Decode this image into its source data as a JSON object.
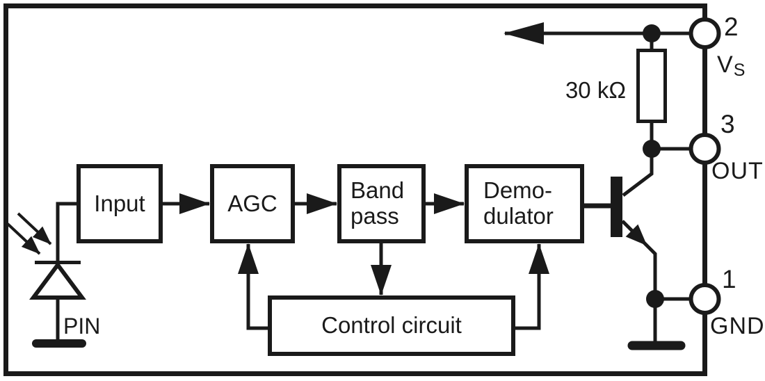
{
  "colors": {
    "ink": "#1a1a1a",
    "background": "#ffffff"
  },
  "blocks": {
    "input": {
      "label": "Input"
    },
    "agc": {
      "label": "AGC"
    },
    "band_pass": {
      "line1": "Band",
      "line2": "pass"
    },
    "demodulator": {
      "line1": "Demo-",
      "line2": "dulator"
    },
    "control": {
      "label": "Control circuit"
    }
  },
  "components": {
    "resistor_value": "30 kΩ",
    "photodiode_label": "PIN"
  },
  "pins": [
    {
      "number": "2",
      "name": "V",
      "name_sub": "S"
    },
    {
      "number": "3",
      "name": "OUT",
      "name_sub": ""
    },
    {
      "number": "1",
      "name": "GND",
      "name_sub": ""
    }
  ]
}
